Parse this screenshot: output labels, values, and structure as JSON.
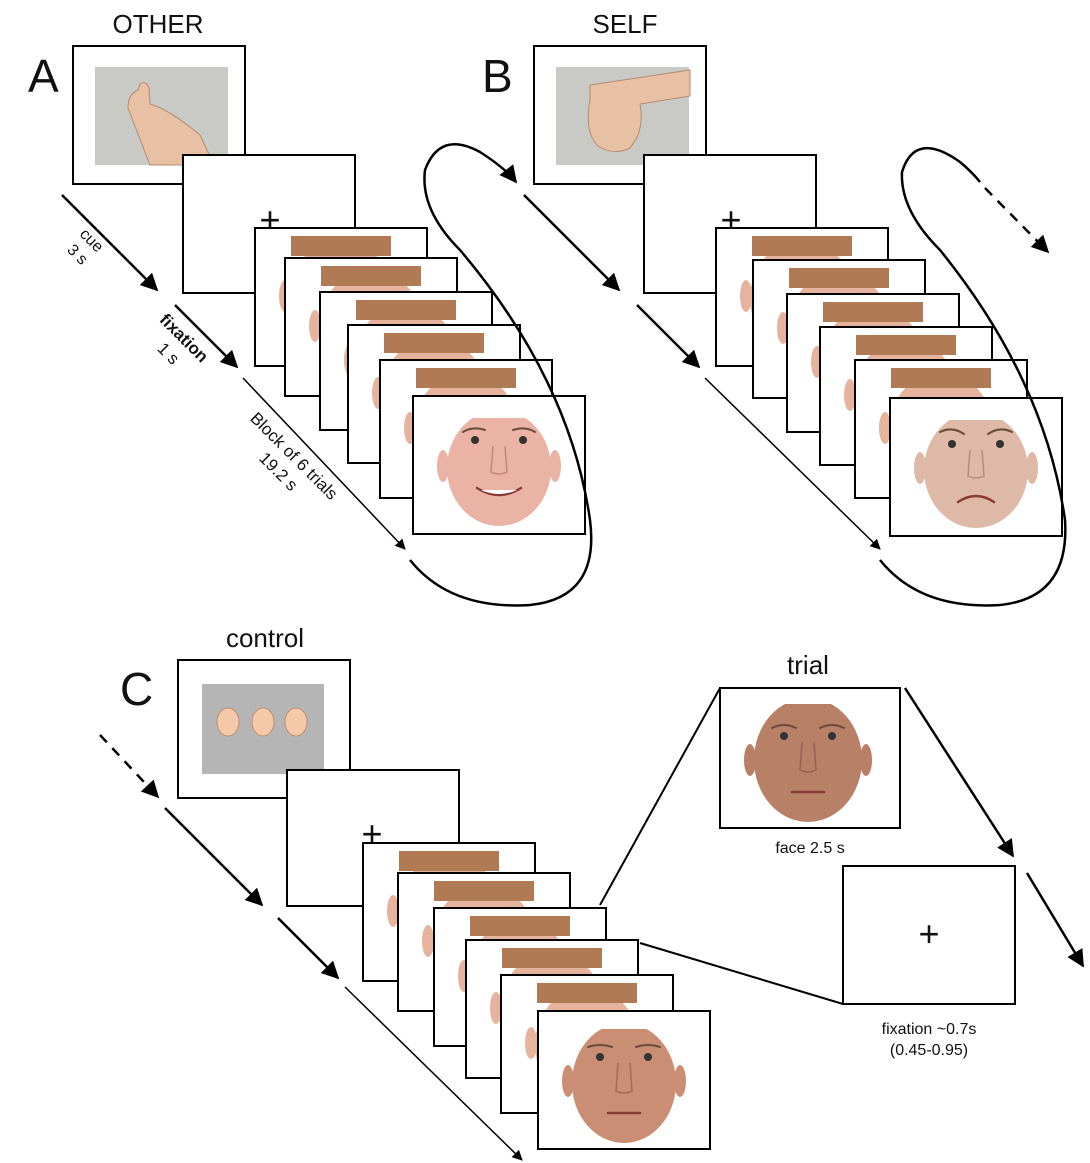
{
  "panels": {
    "a": {
      "letter": "A",
      "condition": "OTHER",
      "cue_label": "cue",
      "cue_time": "3 s",
      "fixation_label": "fixation",
      "fixation_time": "1 s",
      "block_label": "Block of 6 trials",
      "block_time": "19.2 s",
      "last_face_expression": "smile"
    },
    "b": {
      "letter": "B",
      "condition": "SELF",
      "last_face_expression": "frown"
    },
    "c": {
      "letter": "C",
      "condition": "control",
      "trial_title": "trial",
      "face_label": "face 2.5 s",
      "fixation_label": "fixation ~0.7s",
      "fixation_range": "(0.45-0.95)",
      "fixation_symbol": "+",
      "last_face_expression": "neutral"
    }
  },
  "fixation_cross": "+",
  "colors": {
    "photo_gray": "#c9c9c6",
    "skin": "#e6b49c",
    "control_gray": "#b5b5b5",
    "oval": "#f5c9a8"
  }
}
